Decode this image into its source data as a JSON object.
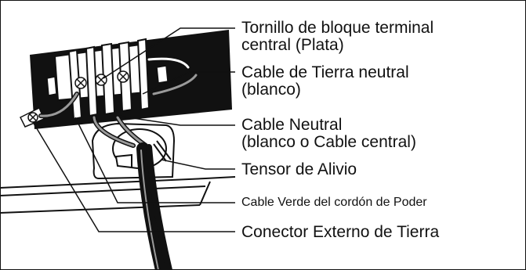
{
  "callouts": [
    {
      "id": "terminal-screw",
      "lines": [
        "Tornillo de bloque terminal",
        "central (Plata)"
      ]
    },
    {
      "id": "ground-neutral-wire",
      "lines": [
        "Cable de Tierra neutral",
        "(blanco)"
      ]
    },
    {
      "id": "neutral-wire",
      "lines": [
        "Cable Neutral",
        "(blanco o  Cable central)"
      ]
    },
    {
      "id": "strain-relief",
      "lines": [
        "Tensor de Alivio"
      ]
    },
    {
      "id": "green-power-cord-wire",
      "lines": [
        "Cable Verde del cordón de Poder"
      ]
    },
    {
      "id": "external-ground-connector",
      "lines": [
        "Conector Externo de Tierra"
      ]
    }
  ],
  "colors": {
    "ink": "#111111",
    "wire_gray": "#9a9a9a",
    "paper": "#ffffff"
  }
}
